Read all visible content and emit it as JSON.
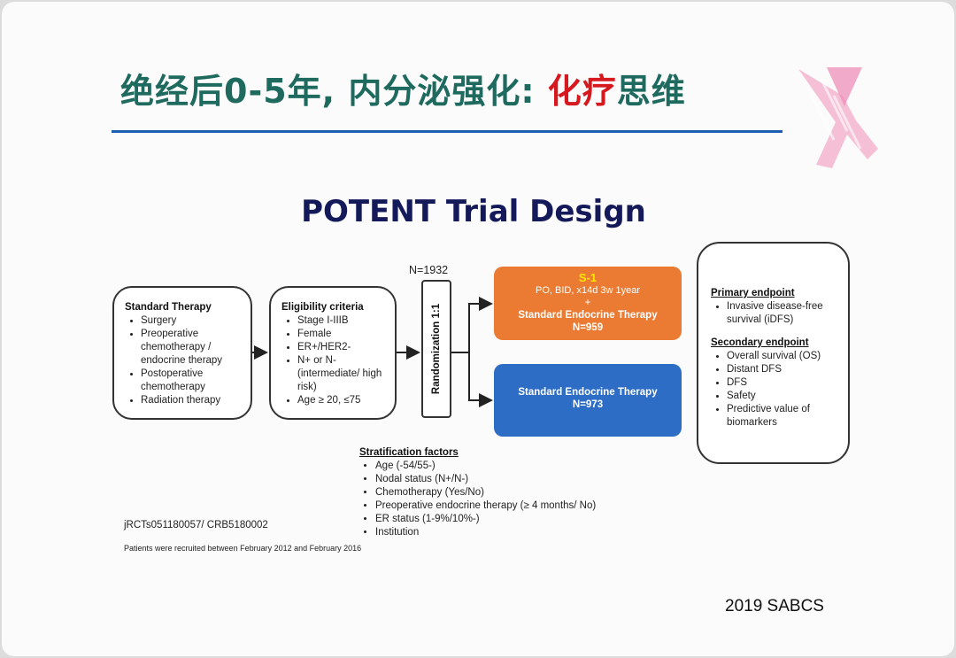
{
  "title": {
    "part1": "绝经后0-5年, 内分泌强化: ",
    "part2": "化疗",
    "part3": "思维"
  },
  "subtitle": "POTENT Trial Design",
  "standard_therapy": {
    "heading": "Standard Therapy",
    "items": [
      "Surgery",
      "Preoperative chemotherapy / endocrine therapy",
      "Postoperative chemotherapy",
      "Radiation therapy"
    ]
  },
  "eligibility": {
    "heading": "Eligibility criteria",
    "items": [
      "Stage I-IIIB",
      "Female",
      "ER+/HER2-",
      "N+ or N- (intermediate/ high risk)",
      "Age ≥ 20, ≤75"
    ]
  },
  "n_total": "N=1932",
  "randomization": "Randomization 1:1",
  "arm1": {
    "drug": "S-1",
    "dosing": "PO, BID, x14d 3w 1year",
    "plus": "+",
    "therapy": "Standard Endocrine Therapy",
    "n": "N=959",
    "color": "#eb7b32"
  },
  "arm2": {
    "therapy": "Standard Endocrine Therapy",
    "n": "N=973",
    "color": "#2d6dc5"
  },
  "endpoints": {
    "primary_heading": "Primary endpoint",
    "primary_items": [
      "Invasive disease-free survival (iDFS)"
    ],
    "secondary_heading": "Secondary endpoint",
    "secondary_items": [
      "Overall survival (OS)",
      "Distant DFS",
      "DFS",
      "Safety",
      "Predictive value of biomarkers"
    ]
  },
  "stratification": {
    "heading": "Stratification factors",
    "items": [
      "Age (-54/55-)",
      "Nodal status (N+/N-)",
      "Chemotherapy (Yes/No)",
      "Preoperative endocrine therapy (≥ 4 months/ No)",
      "ER status    (1-9%/10%-)",
      "Institution"
    ]
  },
  "registration": "jRCTs051180057/ CRB5180002",
  "recruitment_note": "Patients were recruited between February 2012 and February 2016",
  "source": "2019 SABCS",
  "colors": {
    "title": "#1e6a5e",
    "title_accent": "#d5191f",
    "rule": "#1c5fb0",
    "subtitle": "#14195a"
  }
}
